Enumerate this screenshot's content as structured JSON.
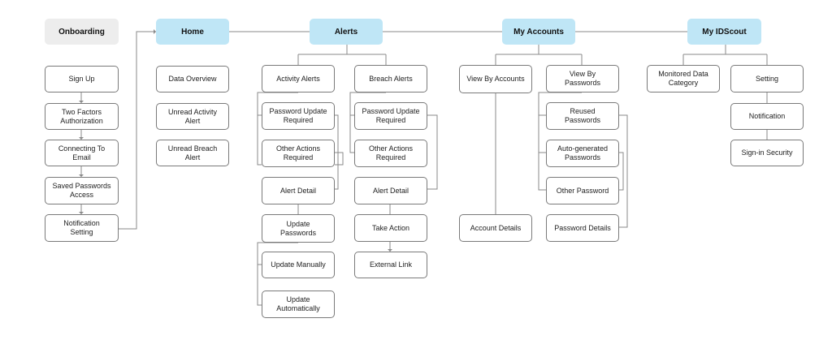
{
  "sections": {
    "onboarding": {
      "title": "Onboarding",
      "items": [
        "Sign Up",
        "Two Factors\nAuthorization",
        "Connecting To\nEmail",
        "Saved Passwords\nAccess",
        "Notification\nSetting"
      ]
    },
    "home": {
      "title": "Home",
      "items": [
        "Data Overview",
        "Unread Activity\nAlert",
        "Unread Breach\nAlert"
      ]
    },
    "alerts": {
      "title": "Alerts",
      "activity": {
        "title": "Activity Alerts",
        "items": [
          "Password Update\nRequired",
          "Other Actions\nRequired",
          "Alert Detail",
          "Update\nPasswords",
          "Update Manually",
          "Update\nAutomatically"
        ]
      },
      "breach": {
        "title": "Breach Alerts",
        "items": [
          "Password Update\nRequired",
          "Other Actions\nRequired",
          "Alert Detail",
          "Take Action",
          "External Link"
        ]
      }
    },
    "accounts": {
      "title": "My Accounts",
      "by_accounts": {
        "title": "View By Accounts",
        "items": [
          "Account Details"
        ]
      },
      "by_passwords": {
        "title": "View By\nPasswords",
        "items": [
          "Reused\nPasswords",
          "Auto-generated\nPasswords",
          "Other Password",
          "Password Details"
        ]
      }
    },
    "idscout": {
      "title": "My IDScout",
      "monitored": {
        "title": "Monitored Data\nCategory"
      },
      "setting": {
        "title": "Setting",
        "items": [
          "Notification",
          "Sign-in Security"
        ]
      }
    }
  },
  "colors": {
    "header": "#bfe6f6",
    "onboarding_header": "#ededed",
    "border": "#7a7a7a",
    "line": "#8a8a8a"
  }
}
